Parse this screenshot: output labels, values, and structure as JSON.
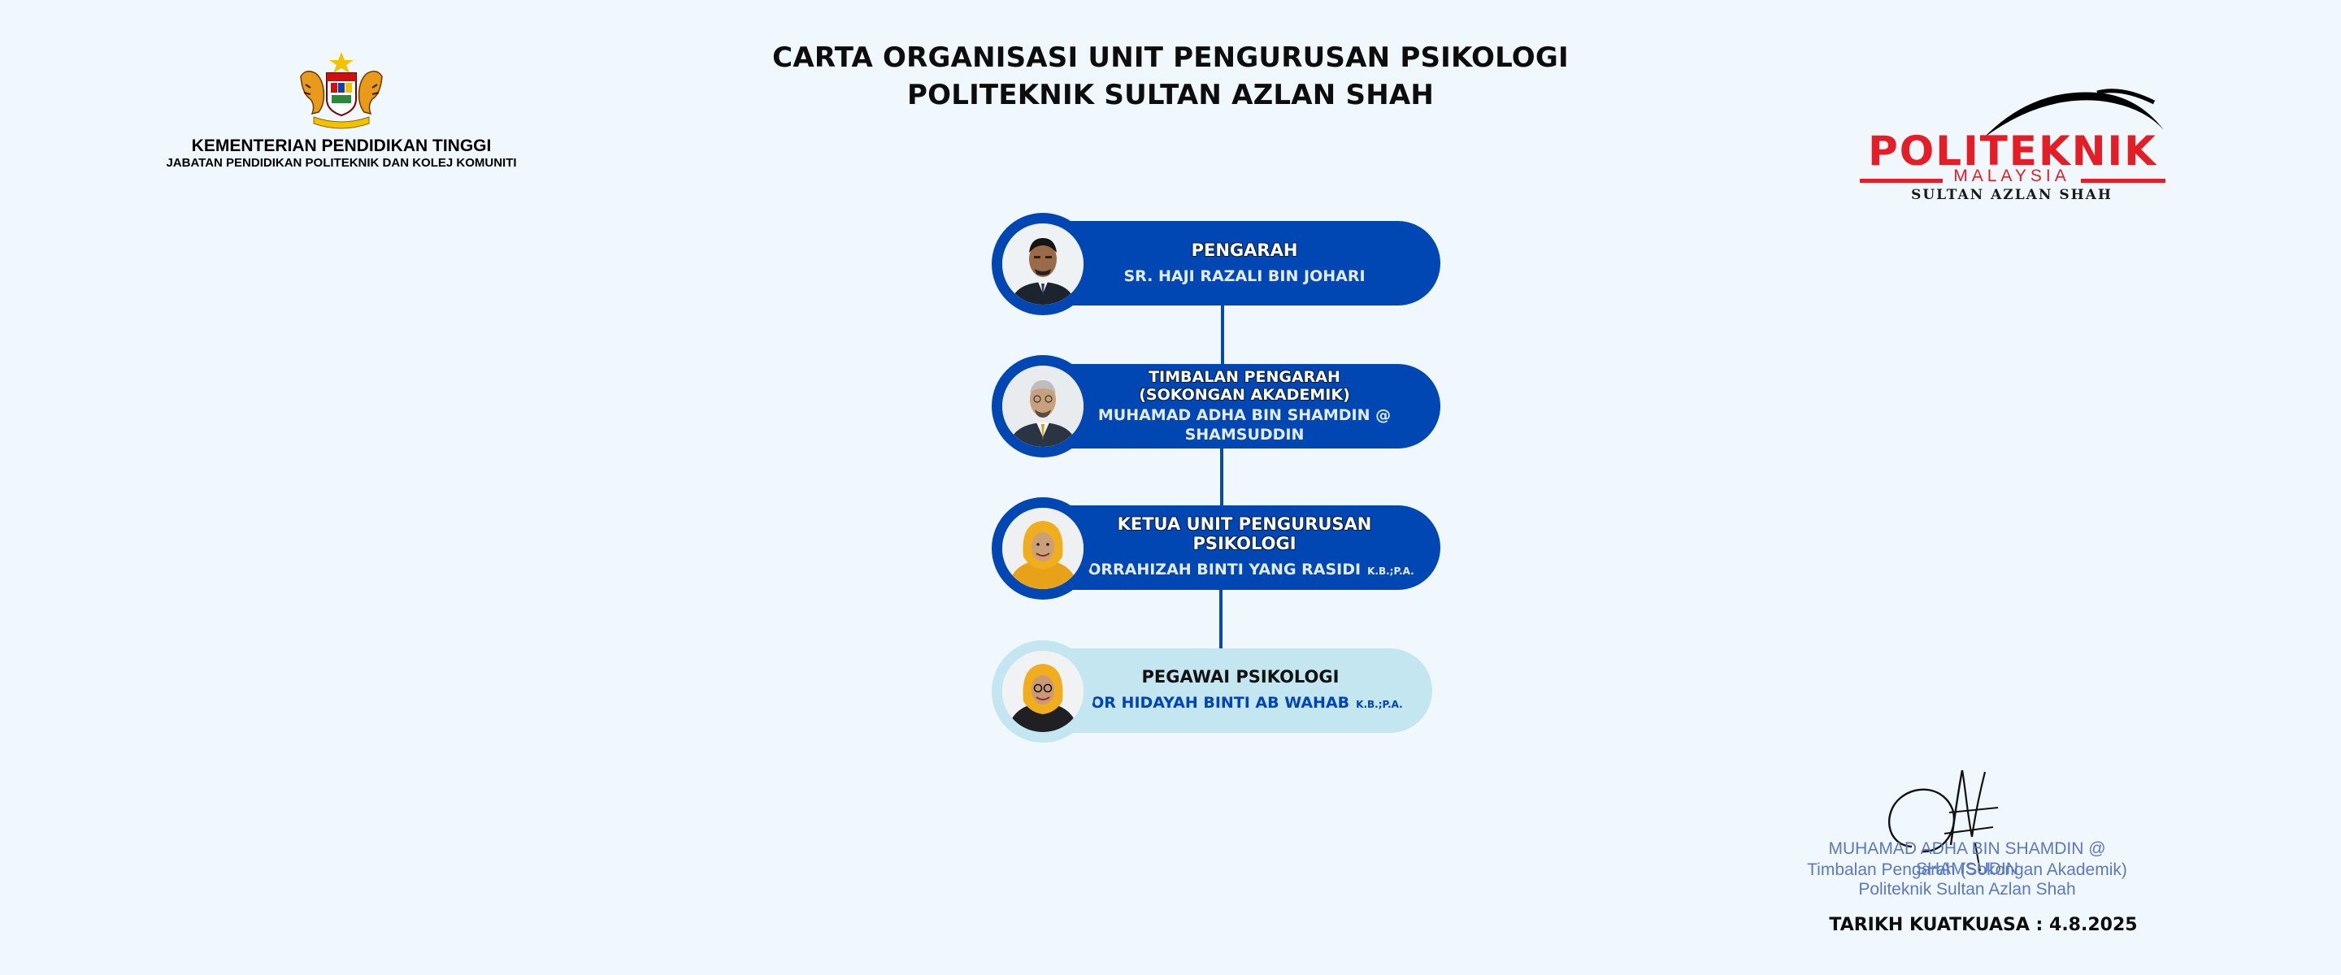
{
  "header": {
    "title_line1": "CARTA ORGANISASI UNIT PENGURUSAN PSIKOLOGI",
    "title_line2": "POLITEKNIK SULTAN AZLAN SHAH"
  },
  "ministry": {
    "crest_icon": "malaysia-coat-of-arms",
    "name": "KEMENTERIAN PENDIDIKAN TINGGI",
    "department": "JABATAN PENDIDIKAN POLITEKNIK DAN KOLEJ KOMUNITI"
  },
  "politeknik_logo": {
    "word": "POLITEKNIK",
    "country": "MALAYSIA",
    "campus": "SULTAN AZLAN SHAH",
    "color": "#e41e26"
  },
  "org_chart": {
    "colors": {
      "dark": "#0047b3",
      "light": "#c3e6f1",
      "connector": "#0a4aa8"
    },
    "nodes": [
      {
        "role": "PENGARAH",
        "name": "SR. HAJI RAZALI BIN JOHARI",
        "suffix": "",
        "style": "dark"
      },
      {
        "role_line1": "TIMBALAN PENGARAH",
        "role_line2": "(SOKONGAN AKADEMIK)",
        "name_line1": "MUHAMAD ADHA BIN SHAMDIN @",
        "name_line2": "SHAMSUDDIN",
        "style": "dark"
      },
      {
        "role": "KETUA UNIT PENGURUSAN PSIKOLOGI",
        "name": "NORRAHIZAH BINTI YANG RASIDI",
        "suffix": "K.B.;P.A.",
        "style": "dark"
      },
      {
        "role": "PEGAWAI PSIKOLOGI",
        "name": "NOR HIDAYAH BINTI AB WAHAB",
        "suffix": "K.B.;P.A.",
        "style": "light"
      }
    ]
  },
  "signature": {
    "name": "MUHAMAD ADHA BIN SHAMDIN @ SHAMSUDIN",
    "title": "Timbalan Pengarah (Sokongan Akademik)",
    "institution": "Politeknik Sultan Azlan Shah"
  },
  "effective_date": "TARIKH KUATKUASA : 4.8.2025"
}
